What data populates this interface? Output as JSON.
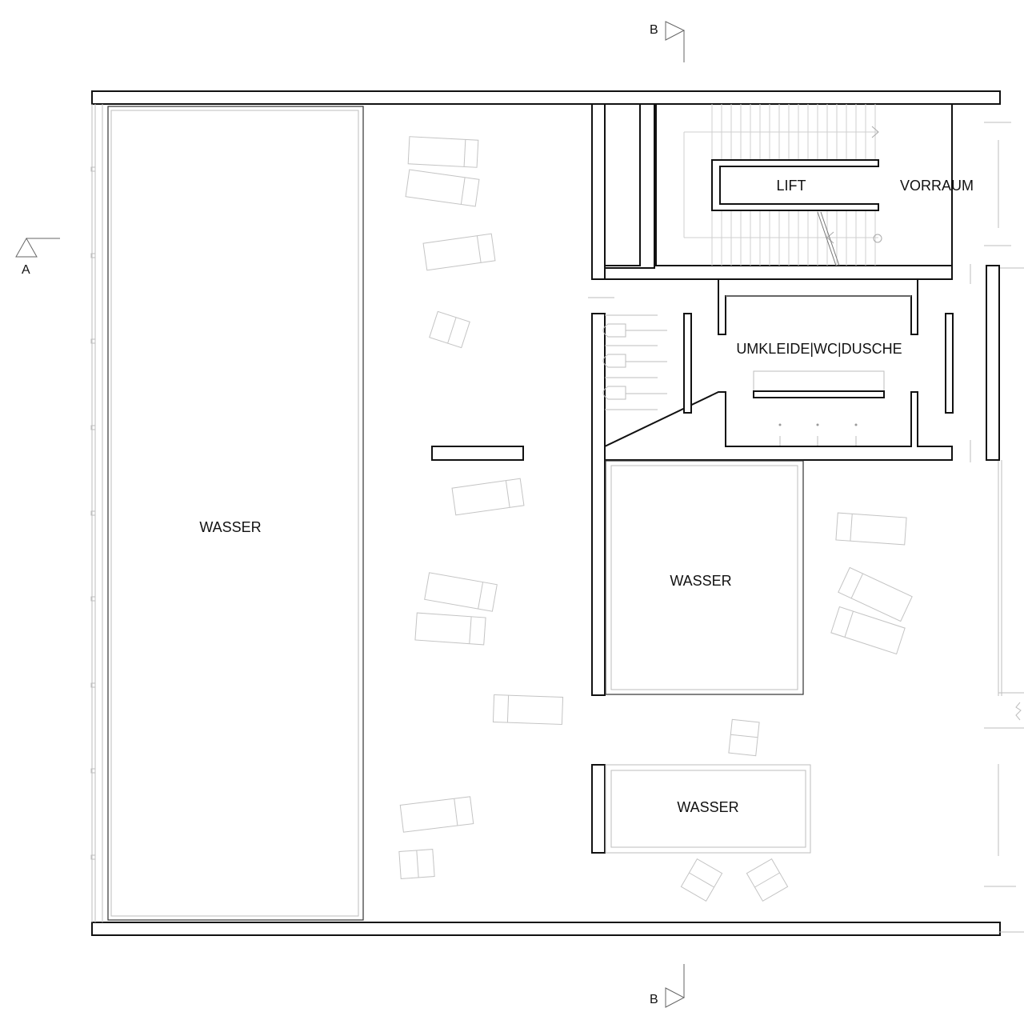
{
  "section_markers": {
    "a": "A",
    "b_top": "B",
    "b_bottom": "B"
  },
  "rooms": {
    "pool_large": "WASSER",
    "pool_medium": "WASSER",
    "pool_small": "WASSER",
    "lift": "LIFT",
    "vorraum": "VORRAUM",
    "umkleide": "UMKLEIDE|WC|DUSCHE"
  },
  "colors": {
    "line": "#111111",
    "light_line": "#c4c4c4",
    "background": "#ffffff"
  }
}
